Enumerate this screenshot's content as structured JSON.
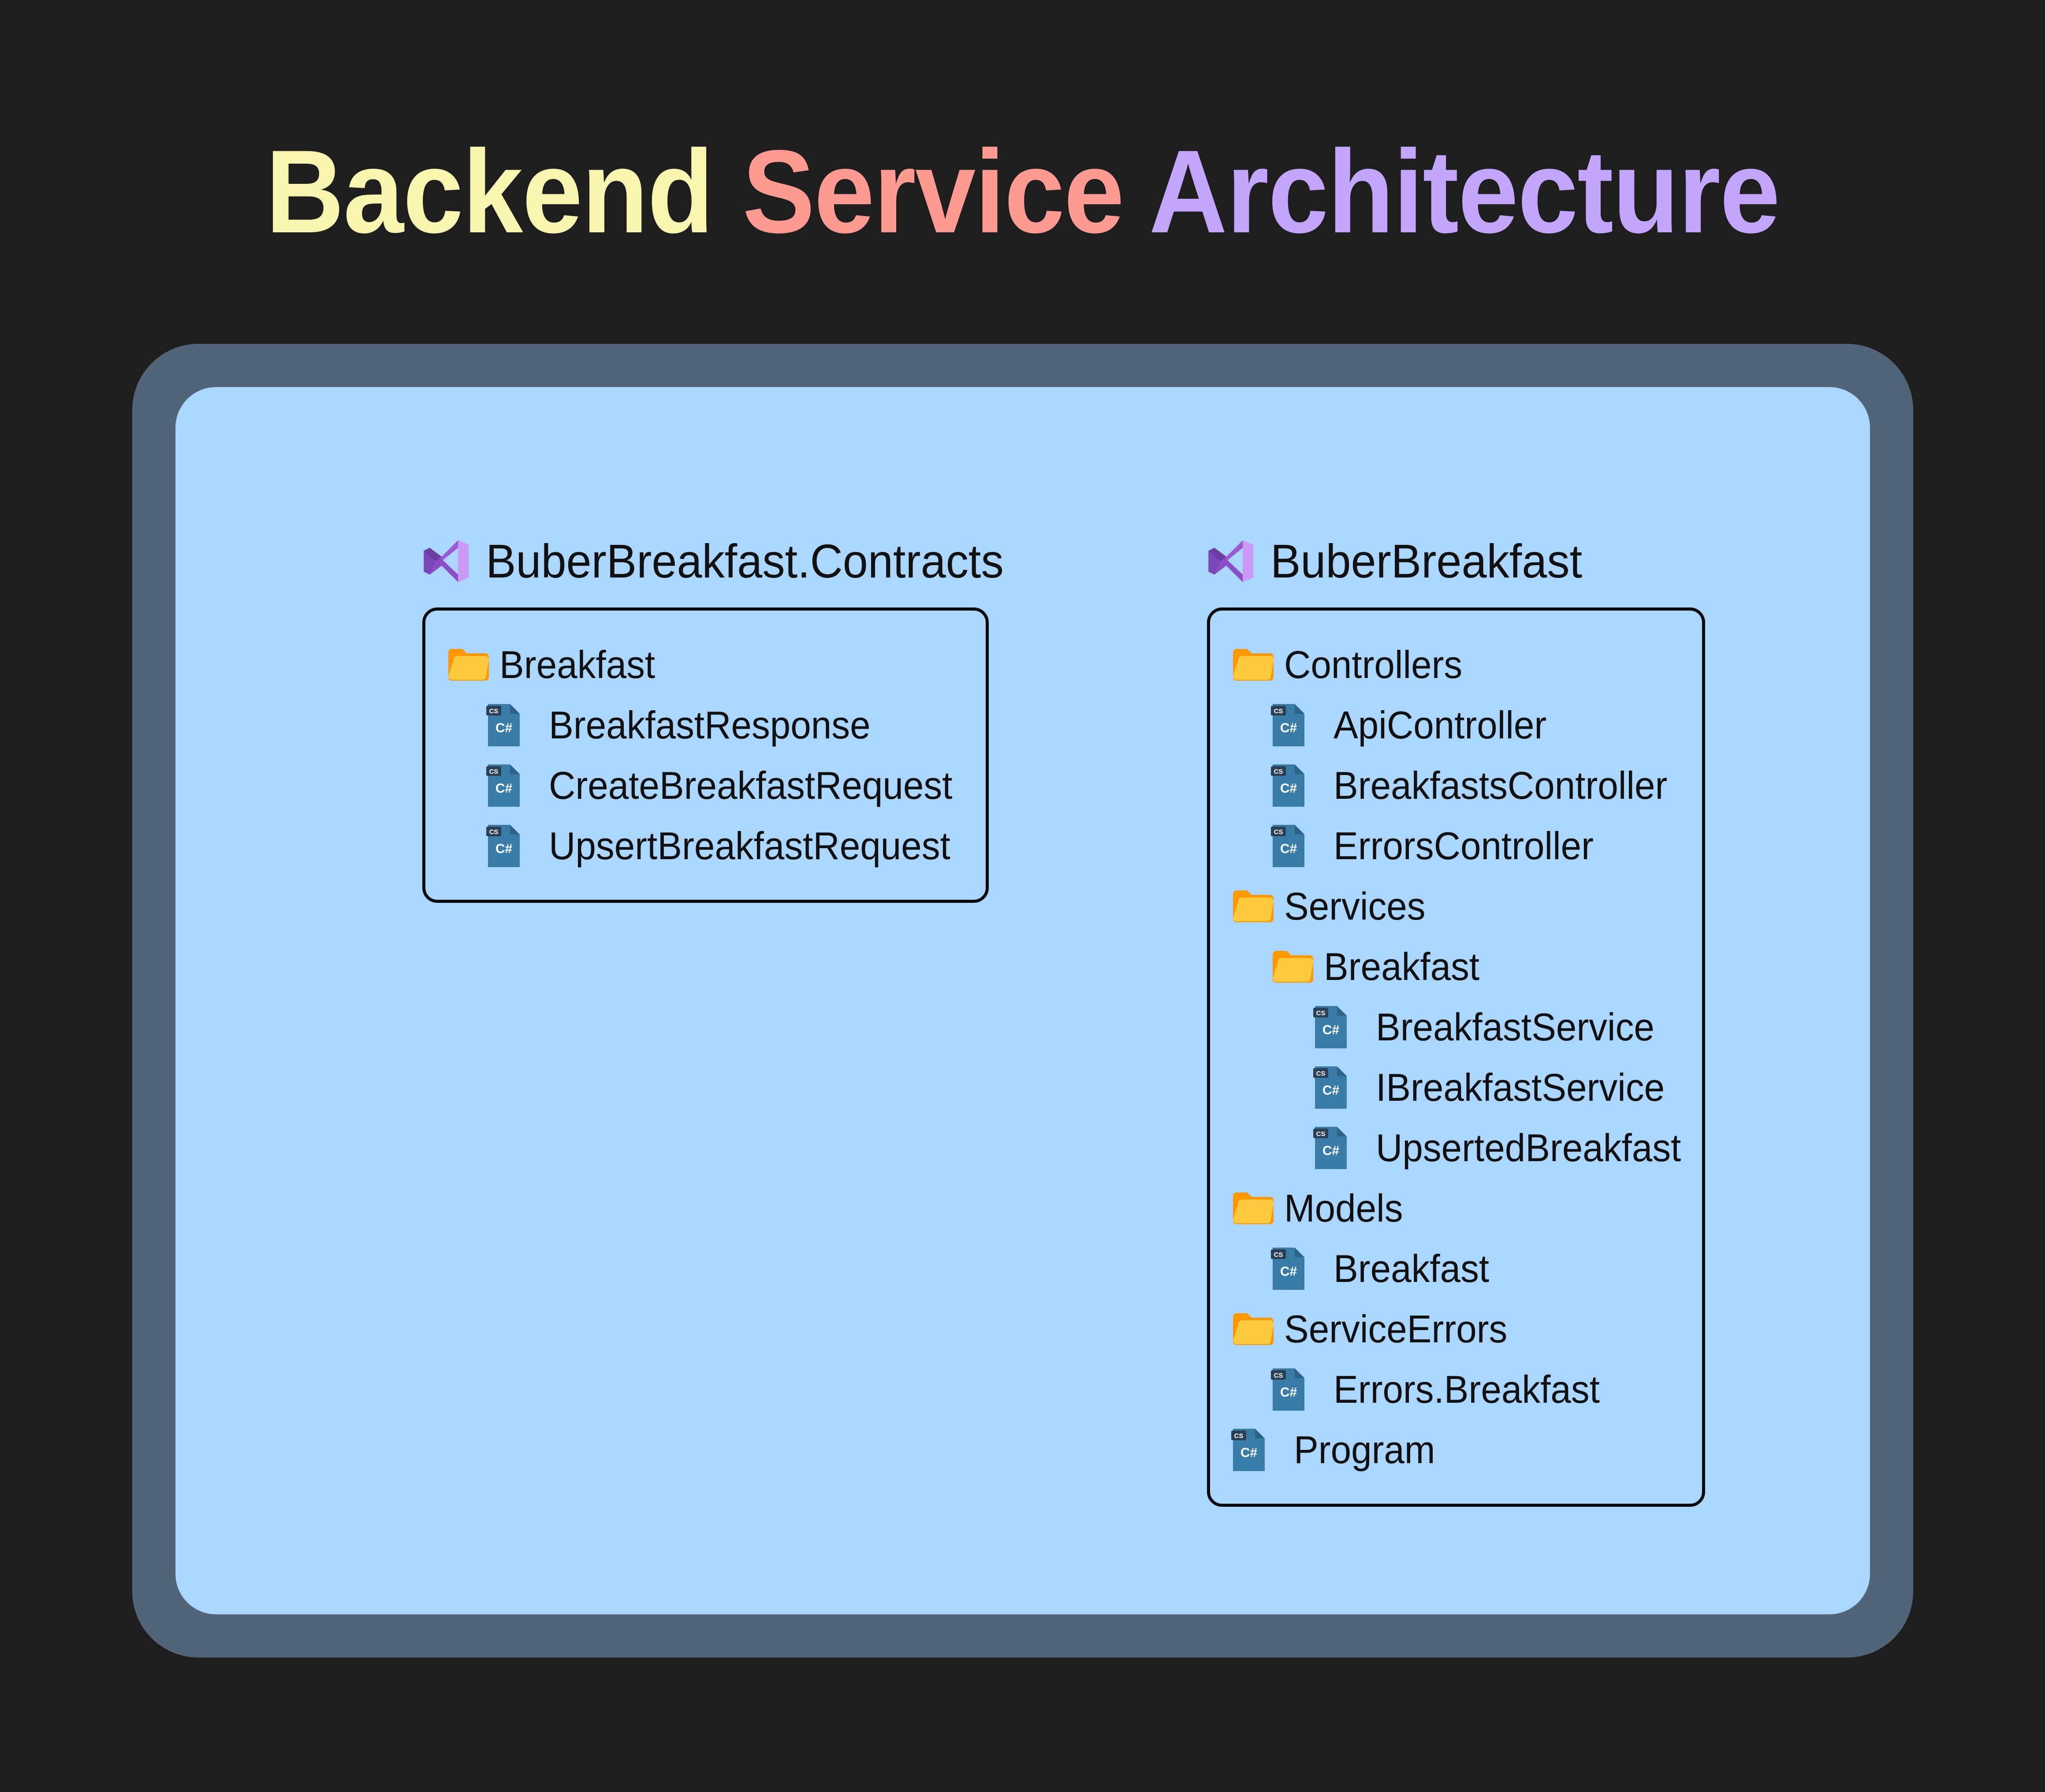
{
  "page": {
    "background_color": "#1e1e1e",
    "panel_color": "#aad6ff",
    "frame_border_color": "#526478",
    "box_border_color": "#0a0a0a"
  },
  "title": {
    "word1": "Backend",
    "word2": "Service",
    "word3": "Architecture",
    "space": " ",
    "color1": "#f8f5b0",
    "color2": "#fd9b92",
    "color3": "#c3a5fb"
  },
  "projects": [
    {
      "name": "BuberBreakfast.Contracts",
      "icon": "visual-studio-icon",
      "tree": [
        {
          "icon": "folder-icon",
          "label": "Breakfast",
          "indent": 0
        },
        {
          "icon": "csharp-file-icon",
          "label": "BreakfastResponse",
          "indent": 1
        },
        {
          "icon": "csharp-file-icon",
          "label": "CreateBreakfastRequest",
          "indent": 1
        },
        {
          "icon": "csharp-file-icon",
          "label": "UpsertBreakfastRequest",
          "indent": 1
        }
      ]
    },
    {
      "name": "BuberBreakfast",
      "icon": "visual-studio-icon",
      "tree": [
        {
          "icon": "folder-icon",
          "label": "Controllers",
          "indent": 0
        },
        {
          "icon": "csharp-file-icon",
          "label": "ApiController",
          "indent": 1
        },
        {
          "icon": "csharp-file-icon",
          "label": "BreakfastsController",
          "indent": 1
        },
        {
          "icon": "csharp-file-icon",
          "label": "ErrorsController",
          "indent": 1
        },
        {
          "icon": "folder-icon",
          "label": "Services",
          "indent": 0
        },
        {
          "icon": "folder-icon",
          "label": "Breakfast",
          "indent": 1
        },
        {
          "icon": "csharp-file-icon",
          "label": "BreakfastService",
          "indent": 2
        },
        {
          "icon": "csharp-file-icon",
          "label": "IBreakfastService",
          "indent": 2
        },
        {
          "icon": "csharp-file-icon",
          "label": "UpsertedBreakfast",
          "indent": 2
        },
        {
          "icon": "folder-icon",
          "label": "Models",
          "indent": 0
        },
        {
          "icon": "csharp-file-icon",
          "label": "Breakfast",
          "indent": 1
        },
        {
          "icon": "folder-icon",
          "label": "ServiceErrors",
          "indent": 0
        },
        {
          "icon": "csharp-file-icon",
          "label": "Errors.Breakfast",
          "indent": 1
        },
        {
          "icon": "csharp-file-icon",
          "label": "Program",
          "indent": 0
        }
      ]
    }
  ],
  "icon_colors": {
    "folder_back": "#ff9800",
    "folder_front": "#ffc940",
    "cs_body": "#3a7ca8",
    "cs_fold": "#2c6389",
    "cs_tab": "#2b3f55",
    "cs_text": "#ffffff",
    "cs_badge_label": "CS",
    "cs_glyph": "C#",
    "vs_light": "#c999f5",
    "vs_mid": "#9b58d6",
    "vs_dark": "#6b3fa0"
  }
}
